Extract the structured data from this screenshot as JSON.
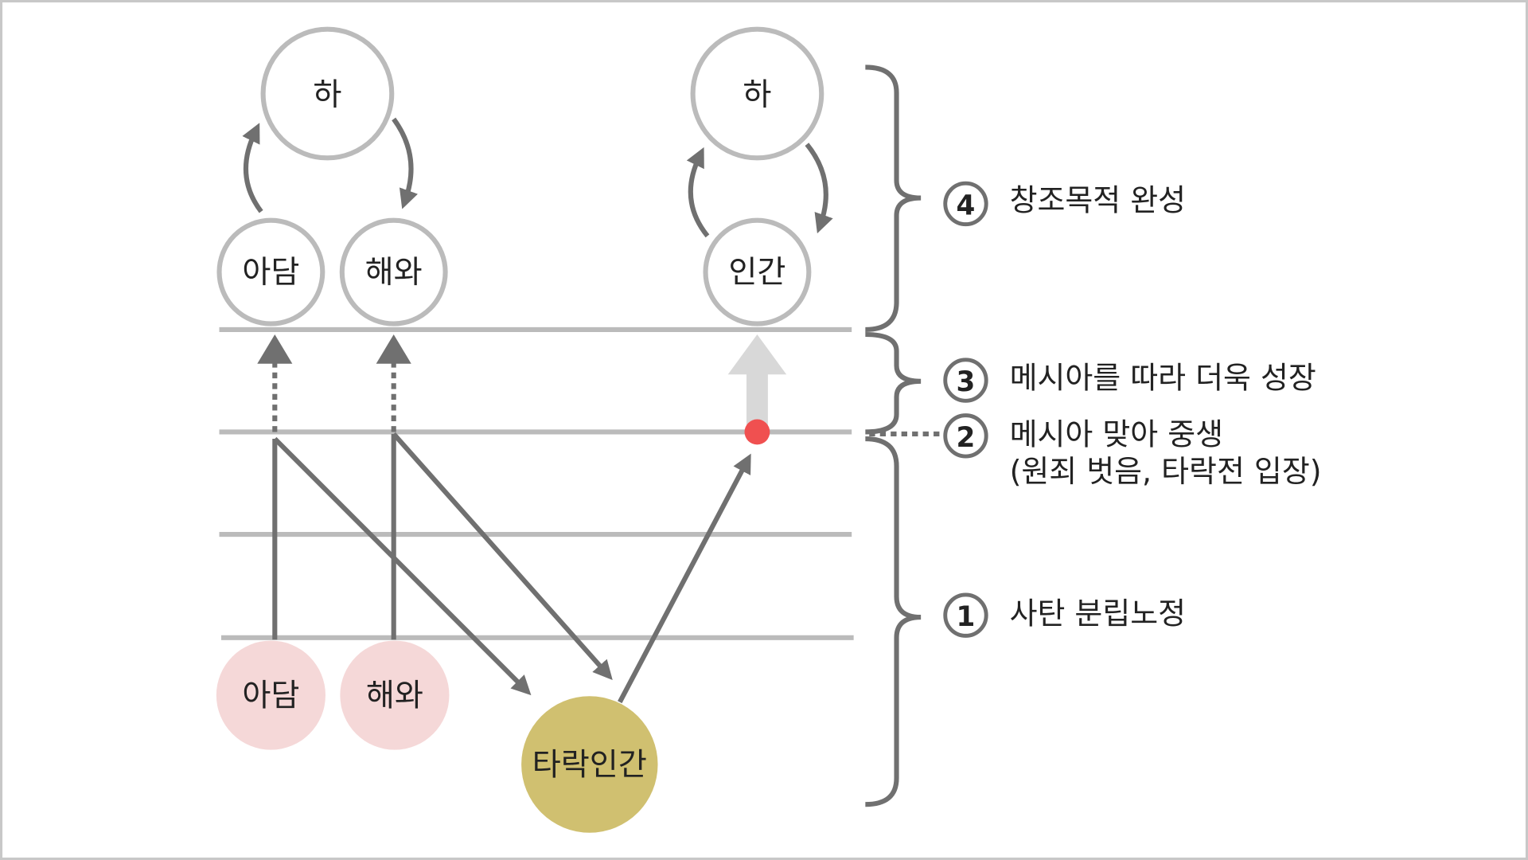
{
  "nodes": {
    "god_left": "하",
    "god_right": "하",
    "adam_top": "아담",
    "eve_top": "해와",
    "human_top": "인간",
    "adam_bottom": "아담",
    "eve_bottom": "해와",
    "fallen_human": "타락인간"
  },
  "stages": [
    {
      "number": "4",
      "label": "창조목적 완성"
    },
    {
      "number": "3",
      "label": "메시아를 따라 더욱 성장"
    },
    {
      "number": "2",
      "label": "메시아 맞아 중생",
      "sublabel": "(원죄 벗음, 타락전 입장)"
    },
    {
      "number": "1",
      "label": "사탄 분립노정"
    }
  ],
  "colors": {
    "line": "#bbbbbb",
    "arrow": "#707070",
    "pink": "#f5d8d8",
    "gold": "#d0c070",
    "red": "#f05050"
  }
}
